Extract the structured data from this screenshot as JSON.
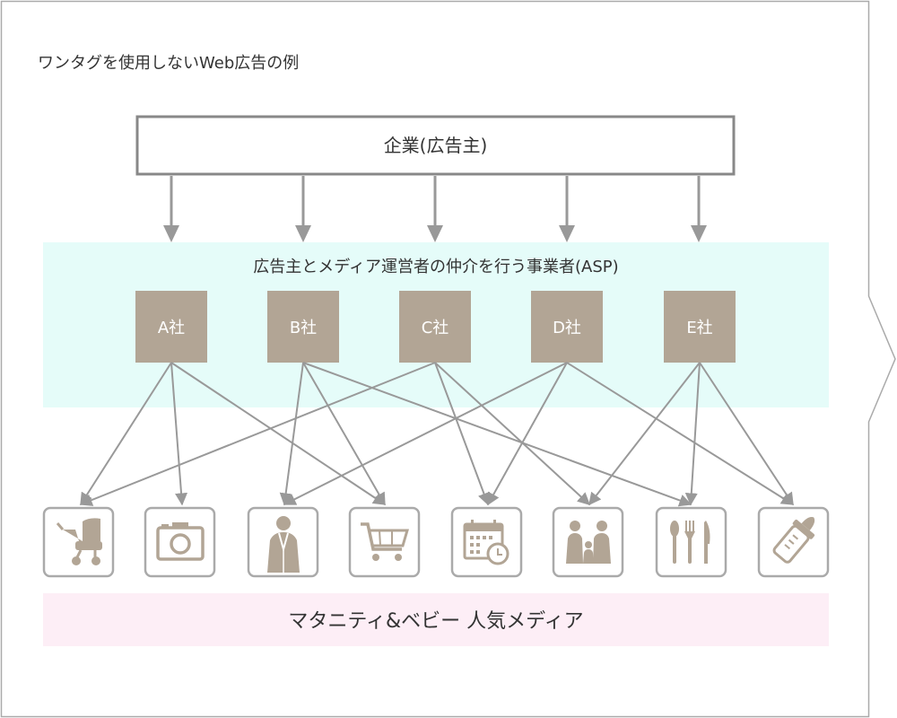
{
  "page_title": "ワンタグを使用しないWeb広告の例",
  "advertiser": {
    "label": "企業(広告主)"
  },
  "asp_band": {
    "label": "広告主とメディア運営者の仲介を行う事業者(ASP)",
    "companies": [
      {
        "id": "a",
        "label": "A社"
      },
      {
        "id": "b",
        "label": "B社"
      },
      {
        "id": "c",
        "label": "C社"
      },
      {
        "id": "d",
        "label": "D社"
      },
      {
        "id": "e",
        "label": "E社"
      }
    ]
  },
  "media": {
    "items": [
      {
        "id": "stroller",
        "icon": "stroller-icon"
      },
      {
        "id": "camera",
        "icon": "camera-icon"
      },
      {
        "id": "doctor",
        "icon": "doctor-icon"
      },
      {
        "id": "cart",
        "icon": "shopping-cart-icon"
      },
      {
        "id": "calendar",
        "icon": "calendar-clock-icon"
      },
      {
        "id": "family",
        "icon": "family-icon"
      },
      {
        "id": "cutlery",
        "icon": "cutlery-icon"
      },
      {
        "id": "bottle",
        "icon": "baby-bottle-icon"
      }
    ],
    "label": "マタニティ&ベビー 人気メディア"
  },
  "connections": [
    {
      "from": "a",
      "to": [
        "camera",
        "cart"
      ]
    },
    {
      "from": "b",
      "to": [
        "doctor",
        "cart",
        "cutlery"
      ]
    },
    {
      "from": "c",
      "to": [
        "stroller",
        "calendar",
        "family"
      ]
    },
    {
      "from": "d",
      "to": [
        "doctor",
        "calendar",
        "bottle"
      ]
    },
    {
      "from": "e",
      "to": [
        "family",
        "cutlery",
        "bottle"
      ]
    }
  ],
  "extra_connections": [
    {
      "from": "a",
      "to": "stroller"
    }
  ],
  "colors": {
    "frame": "#aaaaaa",
    "company_box": "#b2a595",
    "asp_band_bg": "#e5fcf9",
    "media_band_bg": "#fdeef6",
    "arrow": "#999999",
    "icon": "#b2a595",
    "advertiser_border": "#888888"
  }
}
